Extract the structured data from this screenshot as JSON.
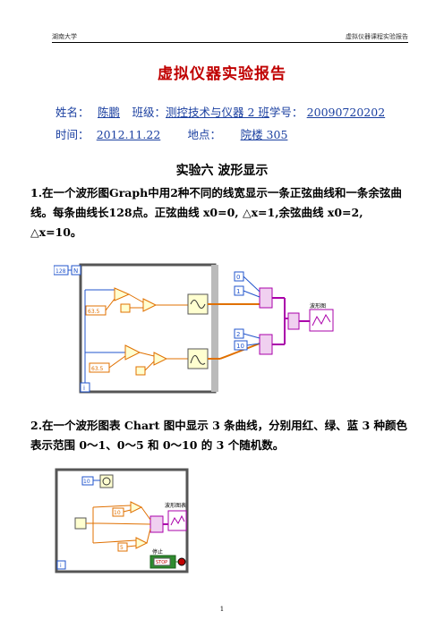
{
  "header": {
    "left": "湖南大学",
    "right": "虚拟仪器课程实验报告"
  },
  "title": "虚拟仪器实验报告",
  "info": {
    "name_label": "姓名：",
    "name": "陈鹏",
    "class_label": "班级：",
    "class": "测控技术与仪器 2 班",
    "id_label": "学号：",
    "id": "20090720202",
    "time_label": "时间：",
    "time": "2012.11.22",
    "place_label": "地点：",
    "place": "院楼 305"
  },
  "experiment_title": "实验六   波形显示",
  "q1": "1.在一个波形图Graph中用2种不同的线宽显示一条正弦曲线和一条余弦曲线。每条曲线长128点。正弦曲线 x0=0, △x=1,余弦曲线 x0=2, △x=10。",
  "q2": "2.在一个波形图表 Chart 图中显示 3 条曲线，分别用红、绿、蓝 3 种颜色表示范围 0～1、0～5 和 0～10 的 3 个随机数。",
  "diagram1": {
    "n_value": "128",
    "n_terminal": "N",
    "const_a": "63.5",
    "const_b": "63.5",
    "x0_sin": "0",
    "dx_sin": "1",
    "x0_cos": "2",
    "dx_cos": "10",
    "loop_i": "i",
    "graph_label": "波形图"
  },
  "diagram2": {
    "wait_ms": "10",
    "mult_a": "10",
    "mult_b": "5",
    "chart_label": "波形图表",
    "stop_label": "停止",
    "stop_button": "STOP",
    "loop_i": "i"
  },
  "page_number": "1"
}
